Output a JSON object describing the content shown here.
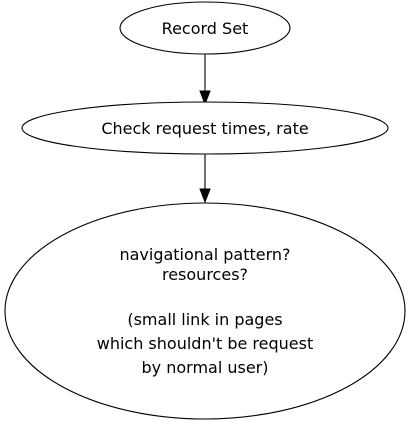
{
  "nodes": {
    "record_set": {
      "lines": [
        "Record Set"
      ]
    },
    "check_times": {
      "lines": [
        "Check request times, rate"
      ]
    },
    "navigational": {
      "lines": [
        "navigational pattern?",
        "resources?",
        "",
        "(small link in pages",
        "which shouldn't be request",
        "by normal user)"
      ]
    }
  },
  "edges": [
    {
      "from": "record_set",
      "to": "check_times"
    },
    {
      "from": "check_times",
      "to": "navigational"
    }
  ],
  "colors": {
    "stroke": "#000000",
    "fill": "#ffffff",
    "text": "#000000"
  }
}
